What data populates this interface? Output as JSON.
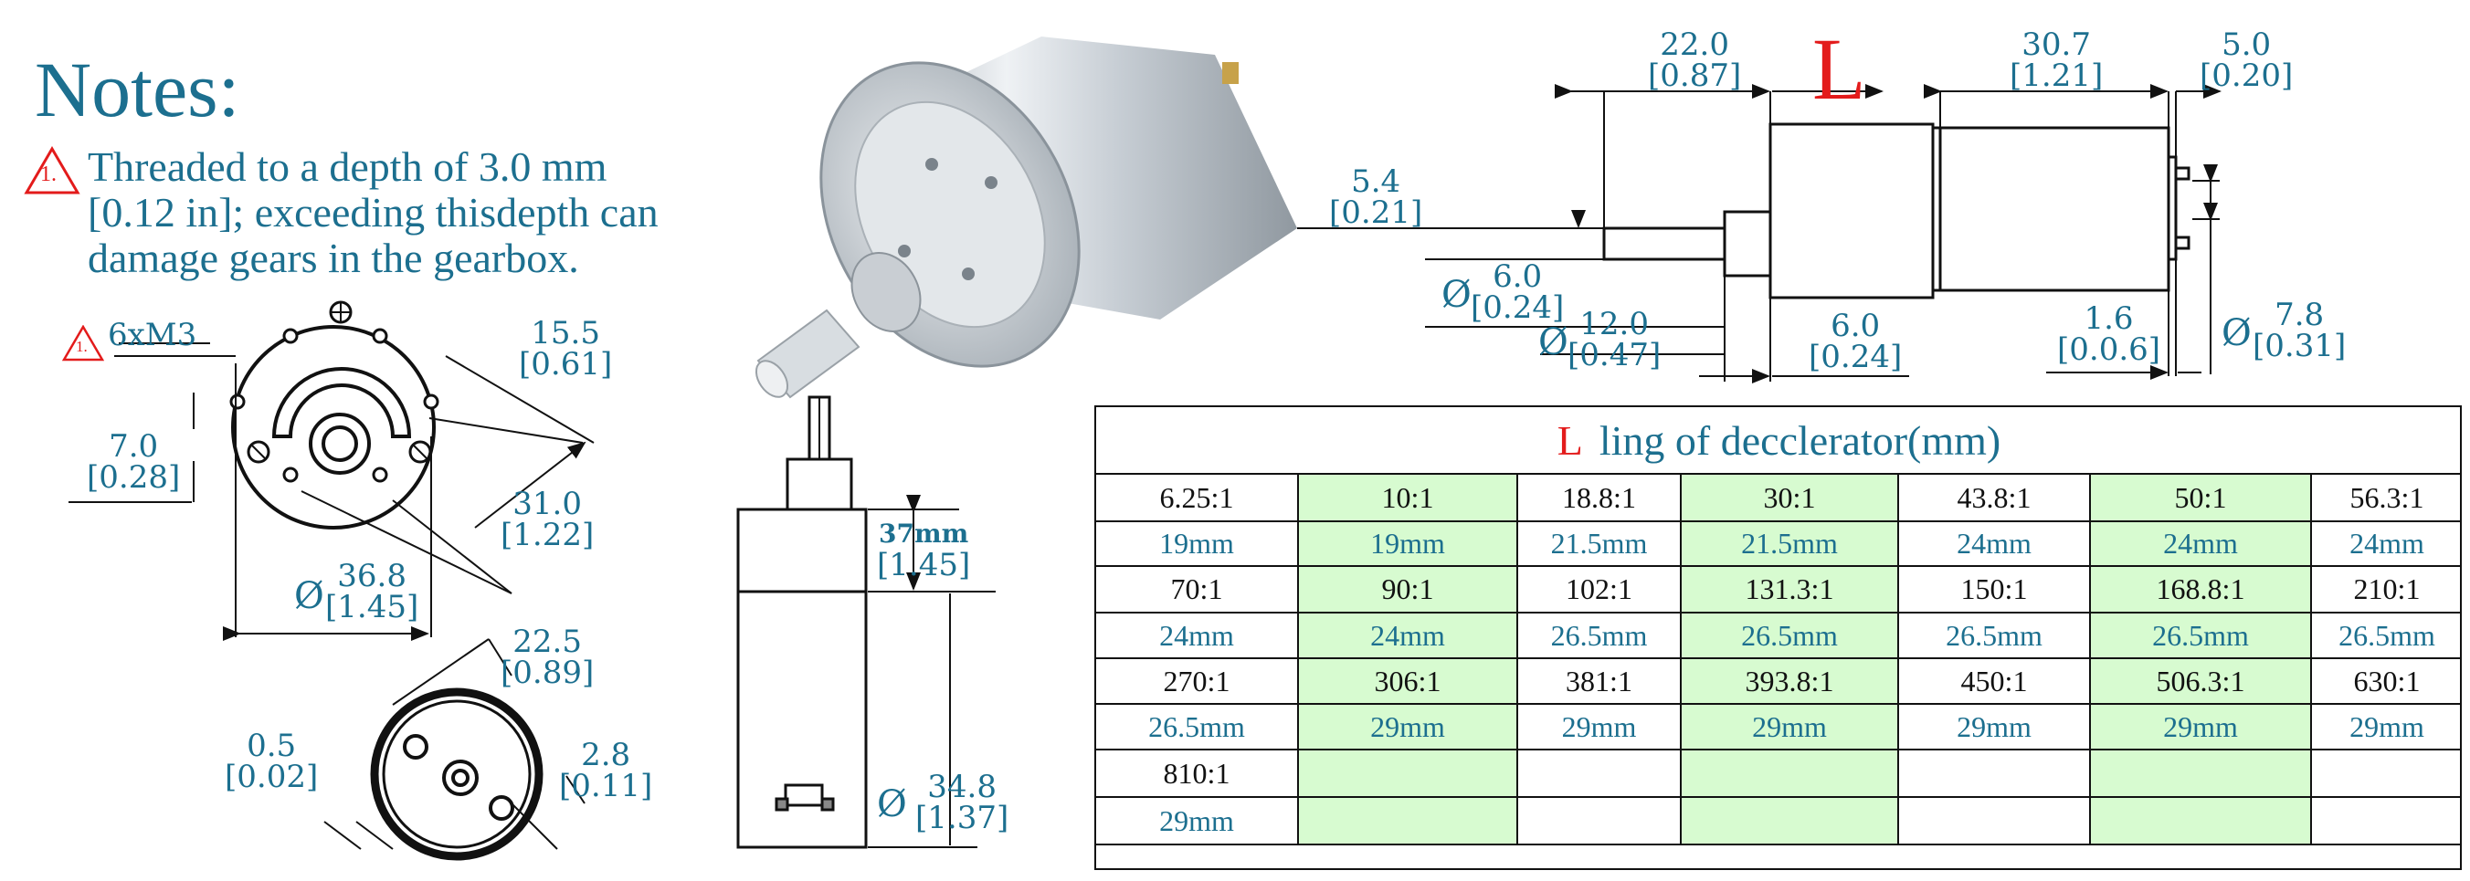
{
  "notes": {
    "title": "Notes:",
    "warning_marker": "1.",
    "lines": [
      "Threaded to a depth of 3.0 mm",
      "[0.12 in]; exceeding thisdepth can",
      "damage gears in the gearbox."
    ]
  },
  "front_view": {
    "thread_label": "6xM3",
    "warning_marker": "1.",
    "dims": [
      {
        "mm": "15.5",
        "in": "[0.61]"
      },
      {
        "mm": "7.0",
        "in": "[0.28]"
      },
      {
        "mm": "31.0",
        "in": "[1.22]"
      },
      {
        "mm": "36.8",
        "in": "[1.45]",
        "prefix": "Ø"
      }
    ]
  },
  "rear_view": {
    "dims": [
      {
        "mm": "22.5",
        "in": "[0.89]"
      },
      {
        "mm": "0.5",
        "in": "[0.02]"
      },
      {
        "mm": "2.8",
        "in": "[0.11]"
      }
    ]
  },
  "side_view": {
    "dims": [
      {
        "mm": "37mm",
        "in": "[1.45]"
      },
      {
        "mm": "34.8",
        "in": "[1.37]",
        "prefix": "Ø"
      }
    ]
  },
  "top_view": {
    "length_symbol": "L",
    "dims": [
      {
        "mm": "22.0",
        "in": "[0.87]"
      },
      {
        "mm": "30.7",
        "in": "[1.21]"
      },
      {
        "mm": "5.0",
        "in": "[0.20]"
      },
      {
        "mm": "5.4",
        "in": "[0.21]"
      },
      {
        "mm": "6.0",
        "in": "[0.24]",
        "prefix": "Ø"
      },
      {
        "mm": "12.0",
        "in": "[0.47]",
        "prefix": "Ø"
      },
      {
        "mm": "6.0",
        "in": "[0.24]"
      },
      {
        "mm": "1.6",
        "in": "[0.0.6]"
      },
      {
        "mm": "7.8",
        "in": "[0.31]",
        "prefix": "Ø"
      }
    ]
  },
  "table": {
    "title_symbol": "L",
    "title_text": "ling of decclerator(mm)",
    "rows": [
      {
        "kind": "ratio",
        "cells": [
          "6.25:1",
          "10:1",
          "18.8:1",
          "30:1",
          "43.8:1",
          "50:1",
          "56.3:1"
        ]
      },
      {
        "kind": "length",
        "cells": [
          "19mm",
          "19mm",
          "21.5mm",
          "21.5mm",
          "24mm",
          "24mm",
          "24mm"
        ]
      },
      {
        "kind": "ratio",
        "cells": [
          "70:1",
          "90:1",
          "102:1",
          "131.3:1",
          "150:1",
          "168.8:1",
          "210:1"
        ]
      },
      {
        "kind": "length",
        "cells": [
          "24mm",
          "24mm",
          "26.5mm",
          "26.5mm",
          "26.5mm",
          "26.5mm",
          "26.5mm"
        ]
      },
      {
        "kind": "ratio",
        "cells": [
          "270:1",
          "306:1",
          "381:1",
          "393.8:1",
          "450:1",
          "506.3:1",
          "630:1"
        ]
      },
      {
        "kind": "length",
        "cells": [
          "26.5mm",
          "29mm",
          "29mm",
          "29mm",
          "29mm",
          "29mm",
          "29mm"
        ]
      },
      {
        "kind": "ratio",
        "cells": [
          "810:1",
          "",
          "",
          "",
          "",
          "",
          ""
        ]
      },
      {
        "kind": "length",
        "cells": [
          "29mm",
          "",
          "",
          "",
          "",
          "",
          ""
        ]
      }
    ],
    "highlight_color": "#d7fbd0"
  },
  "colors": {
    "text_blue": "#1c6f8f",
    "warning_red": "#e31b1b"
  }
}
